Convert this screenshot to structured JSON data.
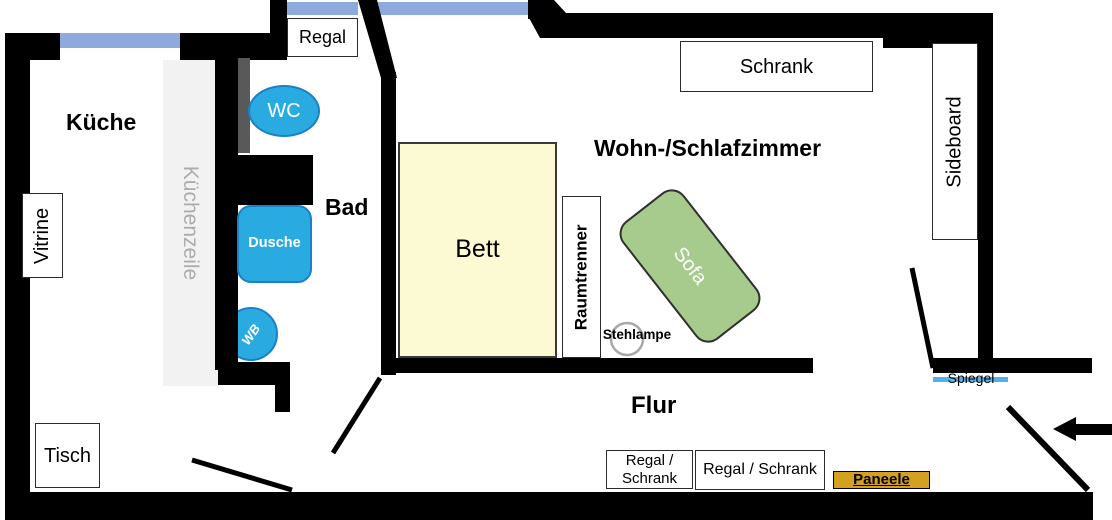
{
  "rooms": {
    "kitchen": "Küche",
    "bath": "Bad",
    "living": "Wohn-/Schlafzimmer",
    "hall": "Flur"
  },
  "furniture": {
    "shelf_top": "Regal",
    "display_cabinet": "Vitrine",
    "kitchen_unit": "Küchenzeile",
    "toilet": "WC",
    "shower": "Dusche",
    "washbasin": "WB",
    "bed": "Bett",
    "room_divider": "Raumtrenner",
    "sofa": "Sofa",
    "floor_lamp": "Stehlampe",
    "wardrobe": "Schrank",
    "sideboard": "Sideboard",
    "mirror": "Spiegel",
    "table": "Tisch",
    "shelf_cabinet_line1": "Regal /",
    "shelf_cabinet_line2": "Schrank",
    "shelf_cabinet_wide": "Regal / Schrank",
    "wall_panels": "Paneele"
  },
  "colors": {
    "wall": "#000000",
    "inner_wall_gray": "#595959",
    "window": "#8EA9DB",
    "sanitary_fill": "#29ABE2",
    "sanitary_border": "#1B80C4",
    "bed_fill": "#FCFAD2",
    "sofa_fill": "#A6CB8D",
    "panel_fill": "#D3A021",
    "kitchen_unit_fill": "#F2F2F2",
    "mirror_line": "#4FB3E8"
  }
}
